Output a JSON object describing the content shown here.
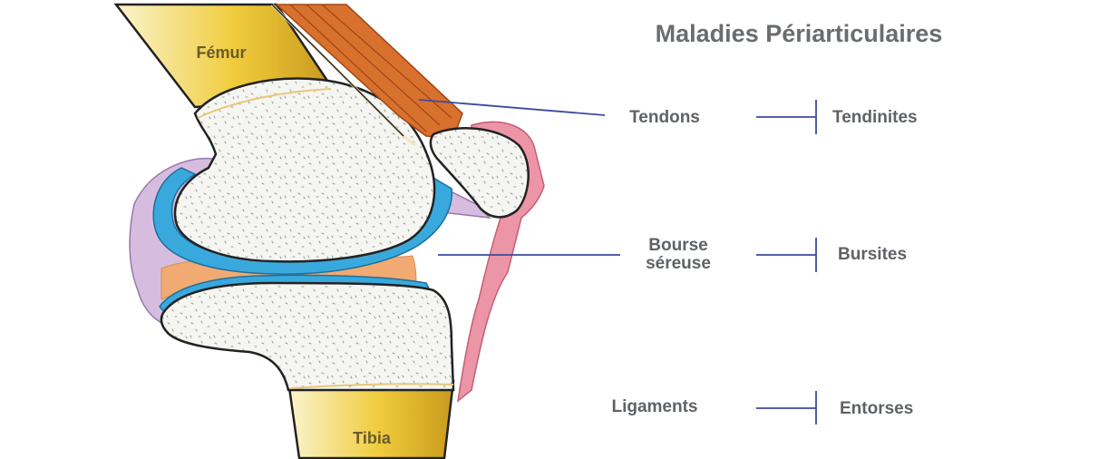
{
  "title": "Maladies Périarticulaires",
  "bones": {
    "femur": "Fémur",
    "tibia": "Tibia"
  },
  "rows": [
    {
      "structure": [
        "Tendons"
      ],
      "disease": "Tendinites"
    },
    {
      "structure": [
        "Bourse",
        "séreuse"
      ],
      "disease": "Bursites"
    },
    {
      "structure": [
        "Ligaments"
      ],
      "disease": "Entorses"
    }
  ],
  "colors": {
    "tendon": "#d86a2c",
    "bursa": "#cdb2d9",
    "cartilage": "#3aa8dc",
    "meniscus": "#f0aa72",
    "ligament": "#ec96a6",
    "bone_shaft": "#f2d04a",
    "bone_spongy": "#f4f4f2",
    "connector": "#3d4a9e"
  }
}
